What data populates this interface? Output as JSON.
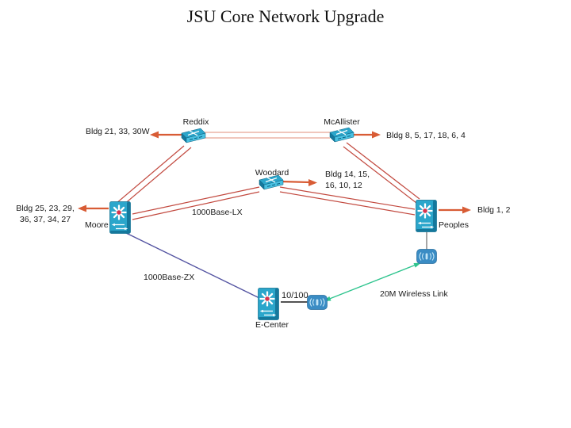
{
  "title": "JSU Core Network Upgrade",
  "nodes": {
    "reddix": {
      "label": "Reddix",
      "type": "router"
    },
    "mcallister": {
      "label": "McAllister",
      "type": "router"
    },
    "woodard": {
      "label": "Woodard",
      "type": "router"
    },
    "moore": {
      "label": "Moore",
      "type": "multilayer-switch"
    },
    "peoples": {
      "label": "Peoples",
      "type": "multilayer-switch"
    },
    "ecenter": {
      "label": "E-Center",
      "type": "multilayer-switch"
    },
    "wireless_peoples": {
      "type": "wireless-bridge"
    },
    "wireless_ecenter": {
      "type": "wireless-bridge"
    }
  },
  "building_labels": {
    "reddix": {
      "text": "Bldg 21, 33, 30W"
    },
    "mcallister": {
      "text": "Bldg 8, 5, 17, 18, 6, 4"
    },
    "woodard": {
      "line1": "Bldg 14, 15,",
      "line2": "16, 10, 12"
    },
    "moore": {
      "line1": "Bldg 25, 23, 29,",
      "line2": "36, 37, 34, 27"
    },
    "peoples": {
      "text": "Bldg 1, 2"
    }
  },
  "link_labels": {
    "fiber_lx": "1000Base-LX",
    "fiber_zx": "1000Base-ZX",
    "copper": "10/100",
    "wireless": "20M Wireless Link"
  },
  "colors": {
    "fiber_red": "#c2493f",
    "fiber_pale": "#e8a393",
    "arrow": "#d85c35",
    "zx_blue": "#5353a1",
    "wireless_green": "#2ec48e",
    "copper_black": "#1a1a1a",
    "drop_gray": "#8f8f8f",
    "device_cyan": "#2ba6cb",
    "device_dark": "#15789c",
    "device_light": "#49c0e0",
    "wireless_device_blue": "#3a8cc4",
    "star_red": "#d6354f",
    "text": "#1a1a1a"
  }
}
